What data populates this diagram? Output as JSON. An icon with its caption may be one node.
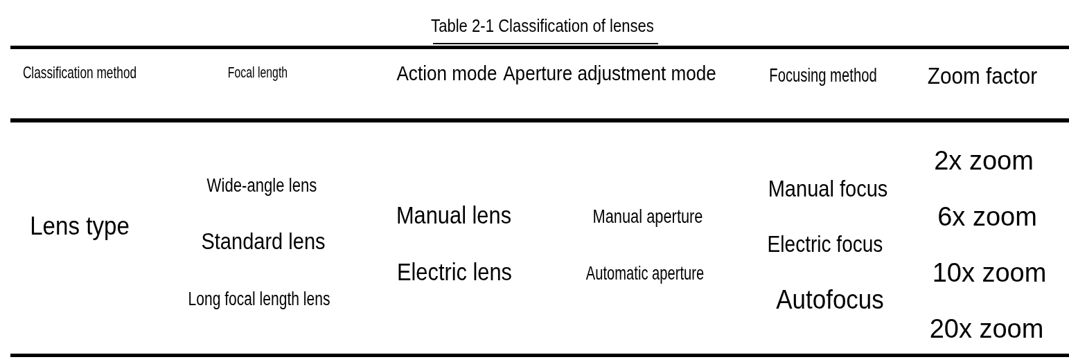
{
  "diagram": {
    "title": "Table 2-1 Classification of lenses",
    "labels": [
      "Classification method",
      "Focal length",
      "Action mode",
      "Aperture adjustment mode",
      "Focusing method",
      "Zoom factor",
      "Lens type",
      "Wide-angle lens",
      "Standard lens",
      "Long focal length lens",
      "Manual lens",
      "Electric lens",
      "Manual aperture",
      "Automatic aperture",
      "Manual focus",
      "Electric focus",
      "Autofocus",
      "2x zoom",
      "6x zoom",
      "10x zoom",
      "20x zoom"
    ]
  }
}
